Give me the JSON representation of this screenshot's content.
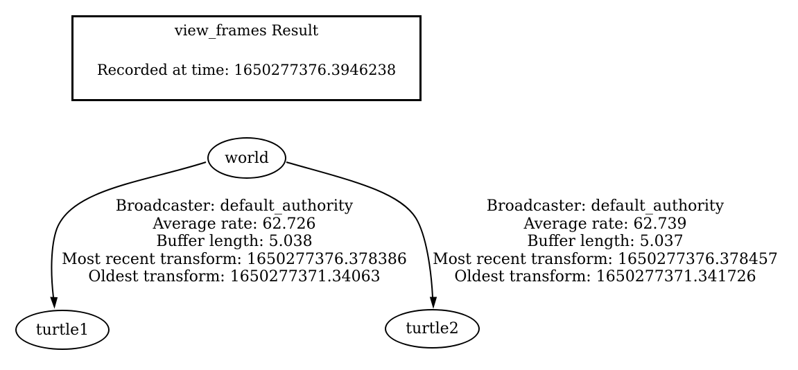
{
  "header_box": {
    "title": "view_frames Result",
    "recorded_line": "Recorded at time: 1650277376.3946238"
  },
  "nodes": {
    "world": "world",
    "turtle1": "turtle1",
    "turtle2": "turtle2"
  },
  "edges": [
    {
      "from": "world",
      "to": "turtle1",
      "label_lines": [
        "Broadcaster: default_authority",
        "Average rate: 62.726",
        "Buffer length: 5.038",
        "Most recent transform: 1650277376.378386",
        "Oldest transform: 1650277371.34063"
      ]
    },
    {
      "from": "world",
      "to": "turtle2",
      "label_lines": [
        "Broadcaster: default_authority",
        "Average rate: 62.739",
        "Buffer length: 5.037",
        "Most recent transform: 1650277376.378457",
        "Oldest transform: 1650277371.341726"
      ]
    }
  ],
  "colors": {
    "ink": "#000000",
    "background": "#ffffff"
  }
}
